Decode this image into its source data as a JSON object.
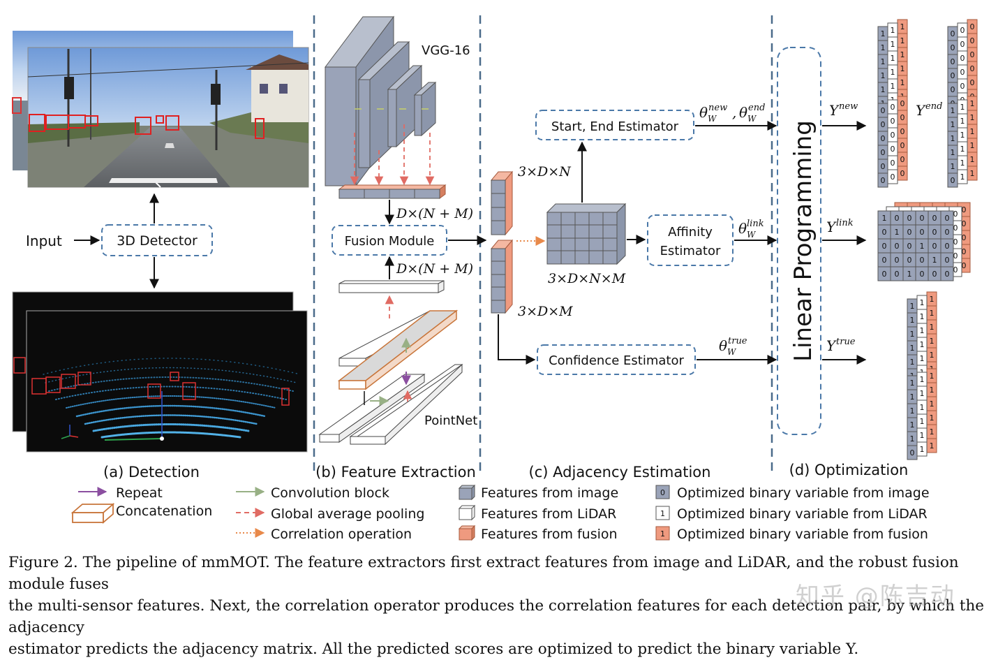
{
  "colors": {
    "image_feature": "#9aa3b8",
    "lidar_feature": "#ffffff",
    "fusion_feature": "#ef9a7f",
    "dashed_box": "#4a78a8",
    "arrow": "#111111",
    "repeat": "#8b4fa0",
    "concat": "#c8753a",
    "convolution": "#98b085",
    "pooling": "#e06b63",
    "correlation": "#e8894a"
  },
  "stages": {
    "a": "(a) Detection",
    "b": "(b) Feature Extraction",
    "c": "(c) Adjacency Estimation",
    "d": "(d) Optimization"
  },
  "detection": {
    "input": "Input",
    "detector": "3D Detector"
  },
  "extraction": {
    "vgg": "VGG-16",
    "fusion": "Fusion Module",
    "pointnet": "PointNet",
    "dim_top": "D×(N + M)",
    "dim_bottom": "D×(N + M)"
  },
  "adjacency": {
    "dim_n": "3×D×N",
    "dim_m": "3×D×M",
    "dim_nm": "3×D×N×M",
    "start_end": "Start, End Estimator",
    "affinity_line1": "Affinity",
    "affinity_line2": "Estimator",
    "confidence": "Confidence Estimator",
    "theta": "θ",
    "w": "W",
    "sup_new": "new",
    "sup_end": "end",
    "sup_link": "link",
    "sup_true": "true",
    "comma": ","
  },
  "optimization": {
    "lp": "Linear Programming",
    "y": "Y",
    "sup_new": "new",
    "sup_end": "end",
    "sup_link": "link",
    "sup_true": "true"
  },
  "legend": {
    "repeat": "Repeat",
    "concat": "Concatenation",
    "conv": "Convolution block",
    "pool": "Global average pooling",
    "corr": "Correlation operation",
    "feat_img": "Features from image",
    "feat_lidar": "Features from LiDAR",
    "feat_fusion": "Features from fusion",
    "var_img": "Optimized binary variable from image",
    "var_lidar": "Optimized binary variable from LiDAR",
    "var_fusion": "Optimized binary variable from fusion",
    "val_0": "0",
    "val_1": "1"
  },
  "matrices": {
    "ynew_front": [
      "1",
      "1",
      "1",
      "1",
      "1",
      "1"
    ],
    "ynew_mid": [
      "1",
      "1",
      "1",
      "1",
      "1",
      "1"
    ],
    "ynew_back": [
      "1",
      "1",
      "1",
      "1",
      "1",
      "1"
    ],
    "yend_front": [
      "0",
      "0",
      "0",
      "0",
      "0",
      "0"
    ],
    "yend_mid": [
      "0",
      "0",
      "0",
      "0",
      "0",
      "0"
    ],
    "yend_back": [
      "0",
      "0",
      "0",
      "0",
      "0",
      "0"
    ],
    "ynew2_front": [
      "0",
      "0",
      "0",
      "0",
      "0",
      "0"
    ],
    "ynew2_mid": [
      "0",
      "0",
      "0",
      "0",
      "0",
      "0"
    ],
    "ynew2_back": [
      "0",
      "0",
      "0",
      "0",
      "0",
      "0"
    ],
    "yend2_front": [
      "1",
      "1",
      "1",
      "1",
      "1",
      "0"
    ],
    "yend2_mid": [
      "1",
      "1",
      "1",
      "1",
      "1",
      "1"
    ],
    "yend2_back": [
      "1",
      "1",
      "1",
      "1",
      "1",
      "1"
    ],
    "ylink": [
      [
        "1",
        "0",
        "0",
        "0",
        "0",
        "0"
      ],
      [
        "0",
        "1",
        "0",
        "0",
        "0",
        "0"
      ],
      [
        "0",
        "0",
        "0",
        "1",
        "0",
        "0"
      ],
      [
        "0",
        "0",
        "0",
        "0",
        "1",
        "0"
      ],
      [
        "0",
        "0",
        "1",
        "0",
        "0",
        "0"
      ]
    ],
    "ylink_back_row": [
      "1",
      "0",
      "0",
      "0",
      "0",
      "0"
    ],
    "ytrue1_front": [
      "1",
      "1",
      "1",
      "1",
      "1",
      "1"
    ],
    "ytrue1_mid": [
      "1",
      "1",
      "1",
      "1",
      "1",
      "1"
    ],
    "ytrue1_back": [
      "1",
      "1",
      "1",
      "1",
      "1",
      "1"
    ],
    "ytrue2_front": [
      "1",
      "1",
      "1",
      "1",
      "1",
      "0"
    ],
    "ytrue2_mid": [
      "1",
      "1",
      "1",
      "1",
      "1",
      "1"
    ],
    "ytrue2_back": [
      "1",
      "1",
      "1",
      "1",
      "1",
      "1"
    ]
  },
  "caption": {
    "line1": "Figure 2. The pipeline of mmMOT. The feature extractors first extract features from image and LiDAR, and the robust fusion module fuses",
    "line2": "the multi-sensor features. Next, the correlation operator produces the correlation features for each detection pair, by which the adjacency",
    "line3": "estimator predicts the adjacency matrix. All the predicted scores are optimized to predict the binary variable Y."
  },
  "watermark": "知乎 @陈吉动"
}
